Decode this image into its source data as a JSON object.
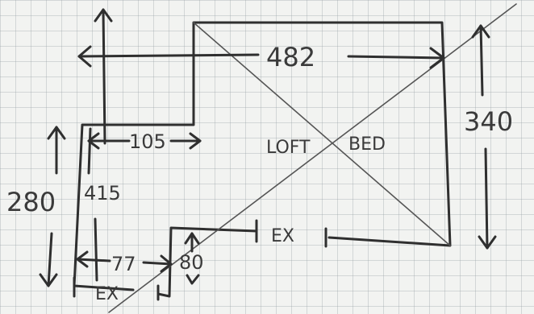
{
  "labels": {
    "top_width": "482",
    "right_height": "340",
    "left_height": "280",
    "inner_height": "415",
    "upper_step": "105",
    "lower_step": "77",
    "lower_height": "80",
    "room_name_1": "LOFT",
    "room_name_2": "BED",
    "exit_right": "EX",
    "exit_left": "EX"
  },
  "colors": {
    "paper": "#f2f3f1",
    "grid": "#a0a8ab",
    "ink": "#2f2f2f"
  }
}
